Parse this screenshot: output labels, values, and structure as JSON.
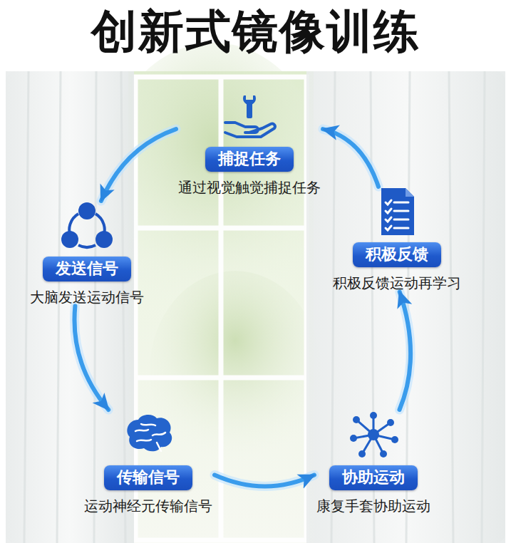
{
  "diagram": {
    "title": "创新式镜像训练",
    "nodes": [
      {
        "text": [
          "捕捉任务",
          "通过视觉触觉捕捉任务"
        ]
      },
      {
        "text": [
          "发送信号",
          "大脑发送运动信号"
        ]
      },
      {
        "text": [
          "传输信号",
          "运动神经元传输信号"
        ]
      },
      {
        "text": [
          "协助运动",
          "康复手套协助运动"
        ]
      },
      {
        "text": [
          "积极反馈",
          "积极反馈运动再学习"
        ]
      }
    ],
    "edges": [
      {
        "from": 0,
        "to": 1,
        "arrow": "to"
      },
      {
        "from": 1,
        "to": 2,
        "arrow": "to"
      },
      {
        "from": 2,
        "to": 3,
        "arrow": "to"
      },
      {
        "from": 3,
        "to": 4,
        "arrow": "to"
      },
      {
        "from": 4,
        "to": 0,
        "arrow": "to"
      }
    ]
  }
}
